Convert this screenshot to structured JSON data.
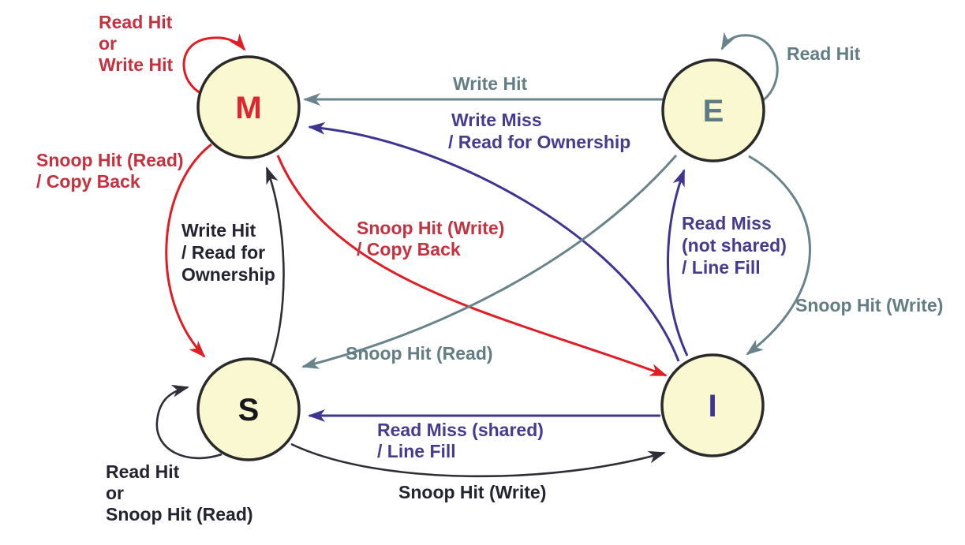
{
  "diagram": {
    "type": "state-diagram",
    "subject": "MESI cache coherence protocol"
  },
  "colors": {
    "red_arrow": "#e01c24",
    "red_text": "#c5313f",
    "red_letter": "#e02430",
    "slate_arrow": "#69838a",
    "slate_text": "#637d85",
    "slate_letter": "#5d7b82",
    "blue_arrow": "#3e3590",
    "blue_text": "#463c8f",
    "blue_letter": "#3d3494",
    "black_arrow": "#2e2e36",
    "black_text": "#222430",
    "black_letter": "#17171c",
    "node_fill": "#faf8d0",
    "node_stroke": "#2a2a2a"
  },
  "states": {
    "modified": {
      "label": "M"
    },
    "exclusive": {
      "label": "E"
    },
    "shared": {
      "label": "S"
    },
    "invalid": {
      "label": "I"
    }
  },
  "transitions": {
    "m_self_loop": {
      "from": "M",
      "to": "M",
      "lines": [
        "Read Hit",
        "or",
        "Write Hit"
      ]
    },
    "e_self_loop": {
      "from": "E",
      "to": "E",
      "lines": [
        "Read Hit"
      ]
    },
    "s_self_loop": {
      "from": "S",
      "to": "S",
      "lines": [
        "Read Hit",
        "or",
        "Snoop Hit (Read)"
      ]
    },
    "e_to_m": {
      "from": "E",
      "to": "M",
      "lines": [
        "Write Hit"
      ]
    },
    "i_to_m": {
      "from": "I",
      "to": "M",
      "lines": [
        "Write Miss",
        "/ Read for Ownership"
      ]
    },
    "m_to_s": {
      "from": "M",
      "to": "S",
      "lines": [
        "Snoop Hit (Read)",
        "/ Copy Back"
      ]
    },
    "s_to_m": {
      "from": "S",
      "to": "M",
      "lines": [
        "Write Hit",
        "/ Read for",
        "Ownership"
      ]
    },
    "m_to_i": {
      "from": "M",
      "to": "I",
      "lines": [
        "Snoop Hit (Write)",
        "/ Copy Back"
      ]
    },
    "e_to_s": {
      "from": "E",
      "to": "S",
      "lines": [
        "Snoop Hit (Read)"
      ]
    },
    "i_to_e": {
      "from": "I",
      "to": "E",
      "lines": [
        "Read Miss",
        "(not shared)",
        "/ Line Fill"
      ]
    },
    "e_to_i": {
      "from": "E",
      "to": "I",
      "lines": [
        "Snoop Hit (Write)"
      ]
    },
    "i_to_s": {
      "from": "I",
      "to": "S",
      "lines": [
        "Read Miss (shared)",
        "/ Line Fill"
      ]
    },
    "s_to_i": {
      "from": "S",
      "to": "I",
      "lines": [
        "Snoop Hit (Write)"
      ]
    }
  }
}
